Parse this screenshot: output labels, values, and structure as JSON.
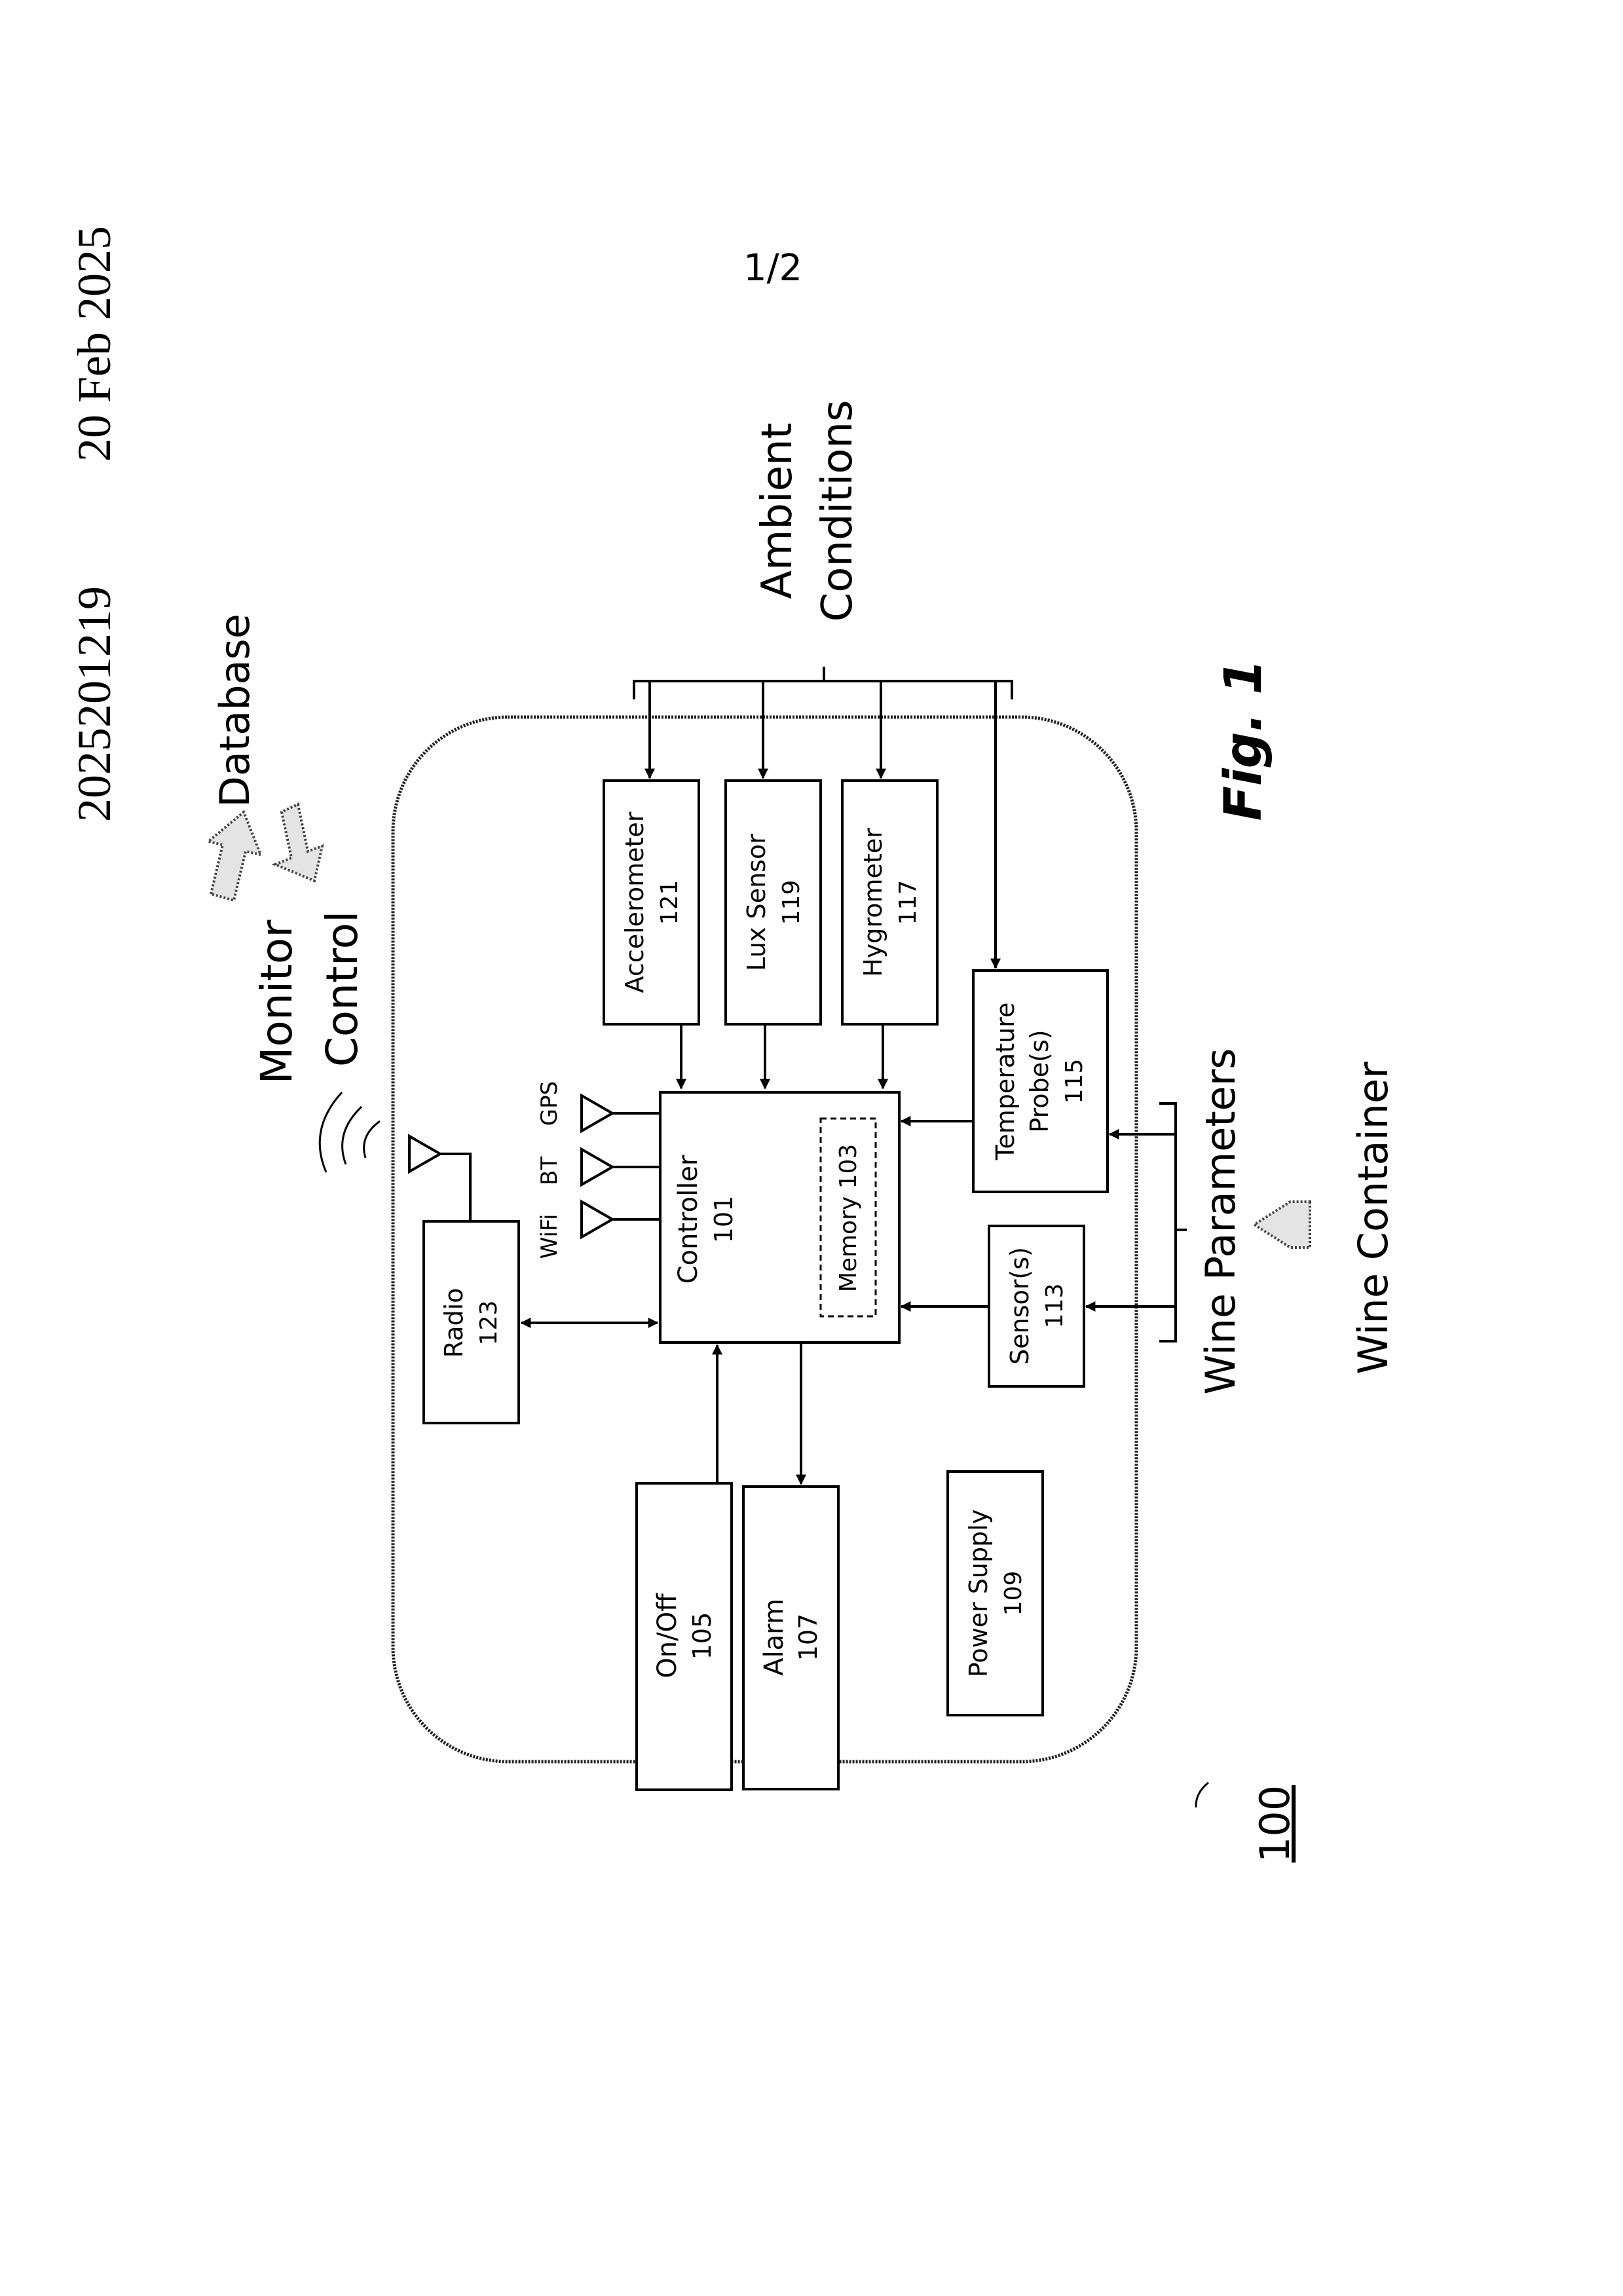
{
  "header": {
    "pub_number": "2025201219",
    "pub_date": "20 Feb 2025",
    "sheet": "1/2"
  },
  "figure": {
    "label": "Fig. 1",
    "ref": "100",
    "external": {
      "database": "Database",
      "monitor": "Monitor",
      "control": "Control",
      "ambient_line1": "Ambient",
      "ambient_line2": "Conditions",
      "wine_parameters": "Wine Parameters",
      "wine_container": "Wine Container"
    },
    "antennas": {
      "wifi": "WiFi",
      "bt": "BT",
      "gps": "GPS"
    },
    "blocks": {
      "accelerometer": {
        "name": "Accelerometer",
        "ref": "121"
      },
      "lux_sensor": {
        "name": "Lux Sensor",
        "ref": "119"
      },
      "hygrometer": {
        "name": "Hygrometer",
        "ref": "117"
      },
      "temperature_probe": {
        "name_line1": "Temperature",
        "name_line2": "Probe(s)",
        "ref": "115"
      },
      "controller": {
        "name": "Controller",
        "ref": "101"
      },
      "memory": {
        "name": "Memory 103"
      },
      "radio": {
        "name": "Radio",
        "ref": "123"
      },
      "sensors": {
        "name": "Sensor(s)",
        "ref": "113"
      },
      "on_off": {
        "name": "On/Off",
        "ref": "105"
      },
      "alarm": {
        "name": "Alarm",
        "ref": "107"
      },
      "power_supply": {
        "name": "Power Supply",
        "ref": "109"
      }
    }
  }
}
